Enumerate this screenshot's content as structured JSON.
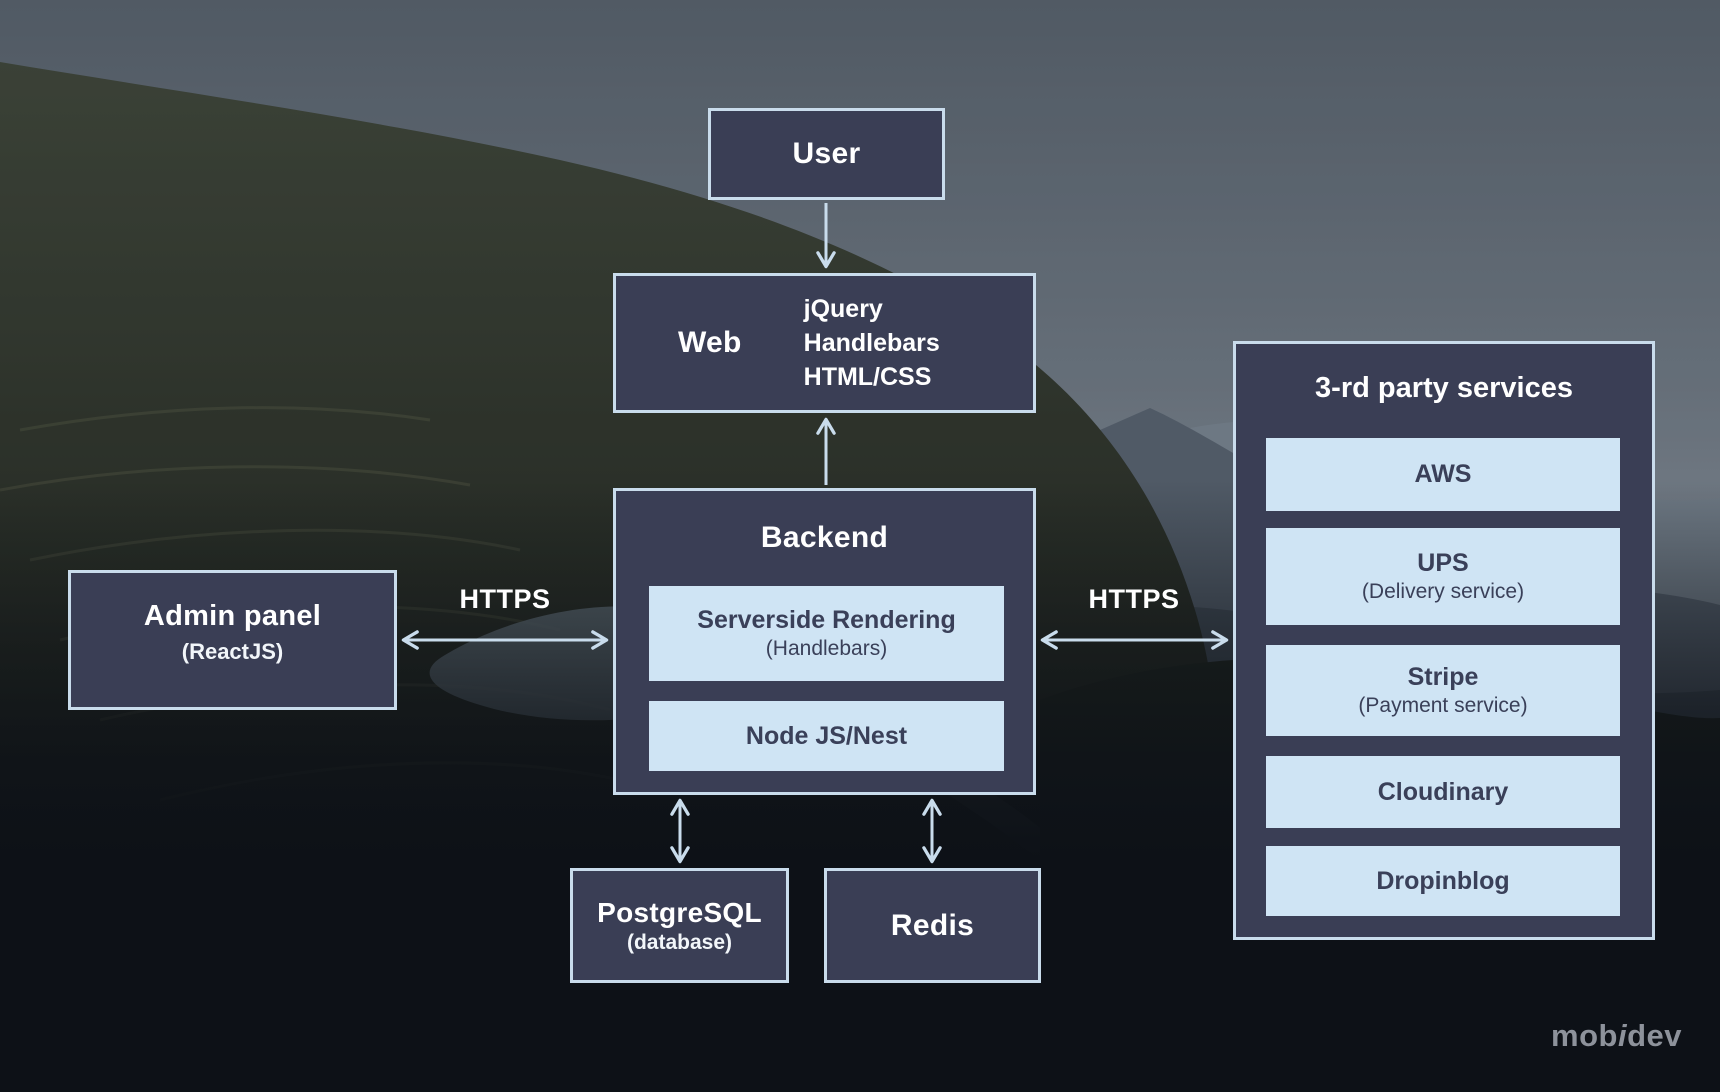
{
  "diagram": {
    "nodes": {
      "user": {
        "title": "User"
      },
      "web": {
        "title": "Web",
        "items": [
          "jQuery",
          "Handlebars",
          "HTML/CSS"
        ]
      },
      "backend": {
        "title": "Backend",
        "components": [
          {
            "title": "Serverside Rendering",
            "subtitle": "(Handlebars)"
          },
          {
            "title": "Node JS/Nest"
          }
        ]
      },
      "admin_panel": {
        "title": "Admin panel",
        "subtitle": "(ReactJS)"
      },
      "third_party": {
        "title": "3-rd party services",
        "services": [
          {
            "title": "AWS"
          },
          {
            "title": "UPS",
            "subtitle": "(Delivery service)"
          },
          {
            "title": "Stripe",
            "subtitle": "(Payment service)"
          },
          {
            "title": "Cloudinary"
          },
          {
            "title": "Dropinblog"
          }
        ]
      },
      "postgresql": {
        "title": "PostgreSQL",
        "subtitle": "(database)"
      },
      "redis": {
        "title": "Redis"
      }
    },
    "connections": {
      "admin_backend_label": "HTTPS",
      "backend_services_label": "HTTPS"
    }
  },
  "branding": {
    "logo_prefix": "mob",
    "logo_i": "i",
    "logo_suffix": "dev"
  },
  "colors": {
    "node_fill": "#3a3e55",
    "node_border": "#c9dcec",
    "chip_fill": "#cfe4f4",
    "chip_text": "#3a4059",
    "arrow": "#c9dcec",
    "canvas_bottom": "#0d1117"
  }
}
